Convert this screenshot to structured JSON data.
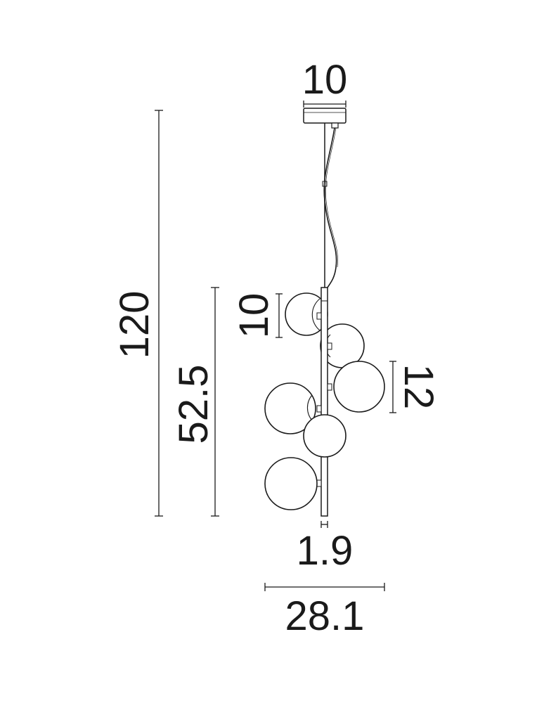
{
  "dimensions": {
    "canopy_width": "10",
    "total_height": "120",
    "body_height": "52.5",
    "small_globe": "10",
    "large_globe": "12",
    "rod_diameter": "1.9",
    "total_width": "28.1"
  },
  "colors": {
    "line": "#1a1a1a",
    "globe_fill": "#ffffff"
  }
}
